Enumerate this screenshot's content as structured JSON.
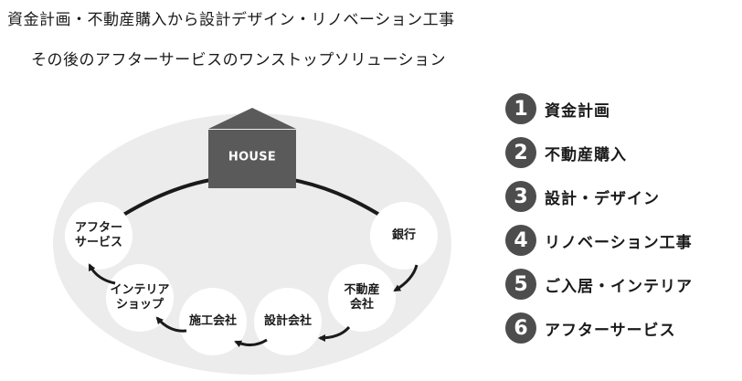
{
  "heading": {
    "line1": "資金計画・不動産購入から設計デザイン・リノベーション工事",
    "line2": "その後のアフターサービスのワンストップソリューション"
  },
  "diagram": {
    "house": "HOUSE",
    "nodes": [
      {
        "id": "bank",
        "label": "銀行"
      },
      {
        "id": "realestate",
        "label": "不動産\n会社"
      },
      {
        "id": "design",
        "label": "設計会社"
      },
      {
        "id": "construction",
        "label": "施工会社"
      },
      {
        "id": "interior",
        "label": "インテリア\nショップ"
      },
      {
        "id": "aftercare",
        "label": "アフター\nサービス"
      }
    ],
    "colors": {
      "ellipse": "#ececec",
      "house": "#5a5a5a",
      "arc": "#1a1a1a",
      "node": "#ffffff"
    }
  },
  "steps": [
    {
      "num": "1",
      "label": "資金計画"
    },
    {
      "num": "2",
      "label": "不動産購入"
    },
    {
      "num": "3",
      "label": "設計・デザイン"
    },
    {
      "num": "4",
      "label": "リノベーション工事"
    },
    {
      "num": "5",
      "label": "ご入居・インテリア"
    },
    {
      "num": "6",
      "label": "アフターサービス"
    }
  ],
  "step_color": "#4d4d4d"
}
